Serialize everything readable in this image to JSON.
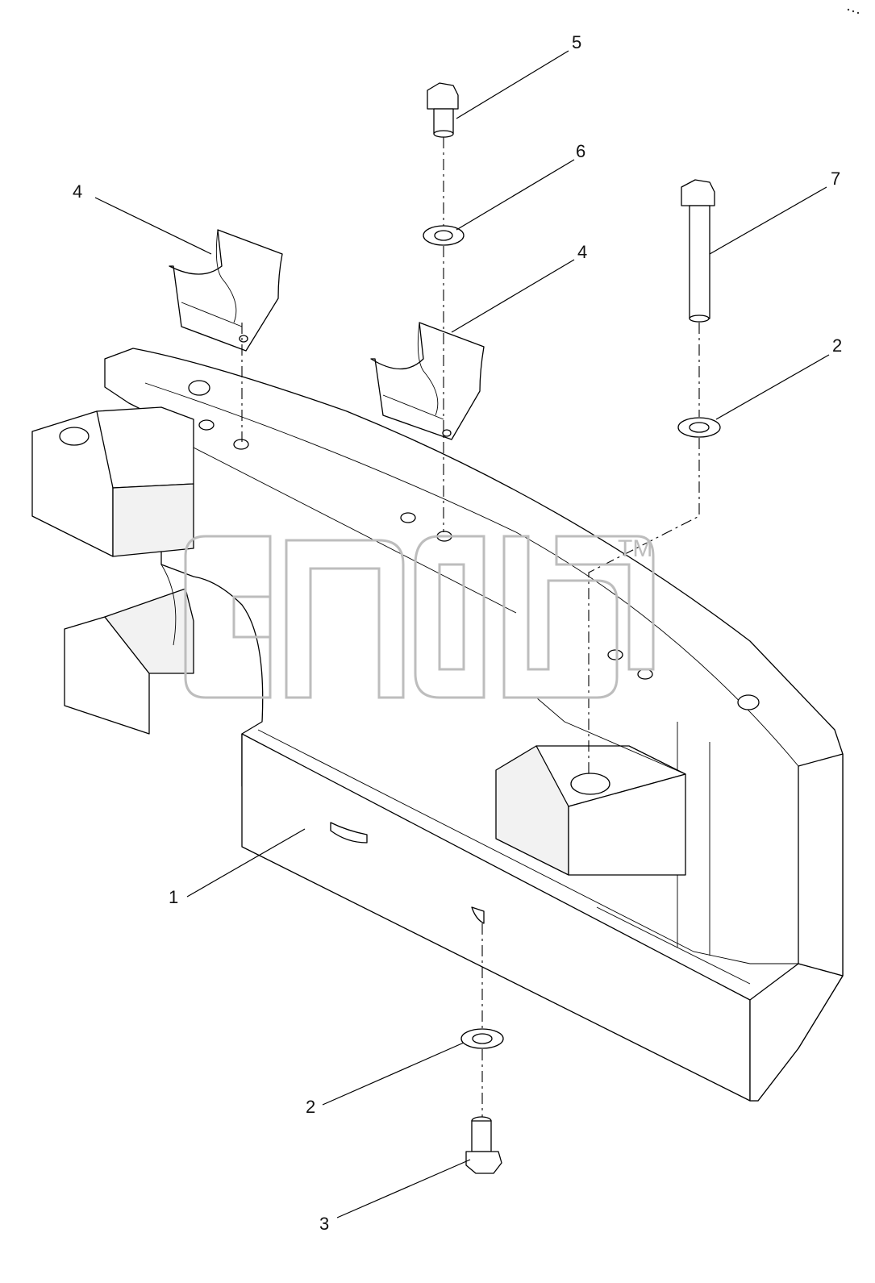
{
  "watermark": {
    "trademark": "TM"
  },
  "callouts": [
    {
      "id": "c5",
      "label": "5"
    },
    {
      "id": "c6",
      "label": "6"
    },
    {
      "id": "c7",
      "label": "7"
    },
    {
      "id": "c4a",
      "label": "4"
    },
    {
      "id": "c4b",
      "label": "4"
    },
    {
      "id": "c2a",
      "label": "2"
    },
    {
      "id": "c1",
      "label": "1"
    },
    {
      "id": "c2b",
      "label": "2"
    },
    {
      "id": "c3",
      "label": "3"
    }
  ]
}
